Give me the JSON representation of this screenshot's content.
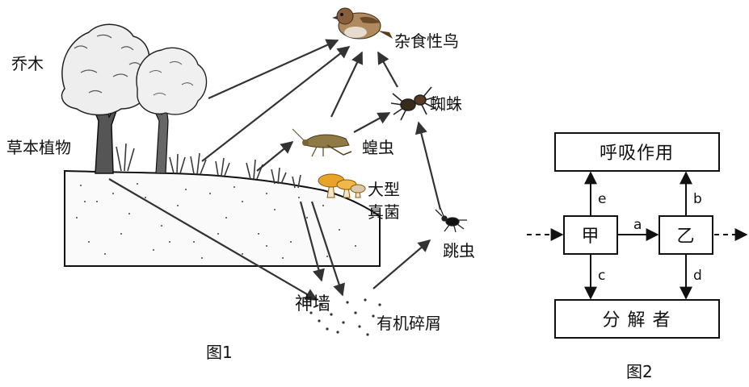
{
  "figure1": {
    "caption": "图1",
    "labels": {
      "tree": "乔木",
      "herb": "草本植物",
      "bird": "杂食性鸟",
      "spider": "蜘蛛",
      "locust": "蝗虫",
      "fungi_line1": "大型",
      "fungi_line2": "真菌",
      "springtail": "跳虫",
      "detritus": "有机碎屑",
      "overlay": "神墙"
    },
    "icons": [
      "sparrow-icon",
      "spider-icon",
      "grasshopper-icon",
      "mushroom-icon",
      "springtail-icon",
      "tree-icon"
    ]
  },
  "figure2": {
    "caption": "图2",
    "boxes": {
      "respiration": "呼吸作用",
      "jia": "甲",
      "yi": "乙",
      "decomposer": "分 解 者"
    },
    "edges": {
      "a": "a",
      "b": "b",
      "c": "c",
      "d": "d",
      "e": "e"
    }
  },
  "colors": {
    "line": "#333333",
    "text": "#111111",
    "mushroom": "#e8a42a",
    "grass": "#3a3a3a"
  }
}
